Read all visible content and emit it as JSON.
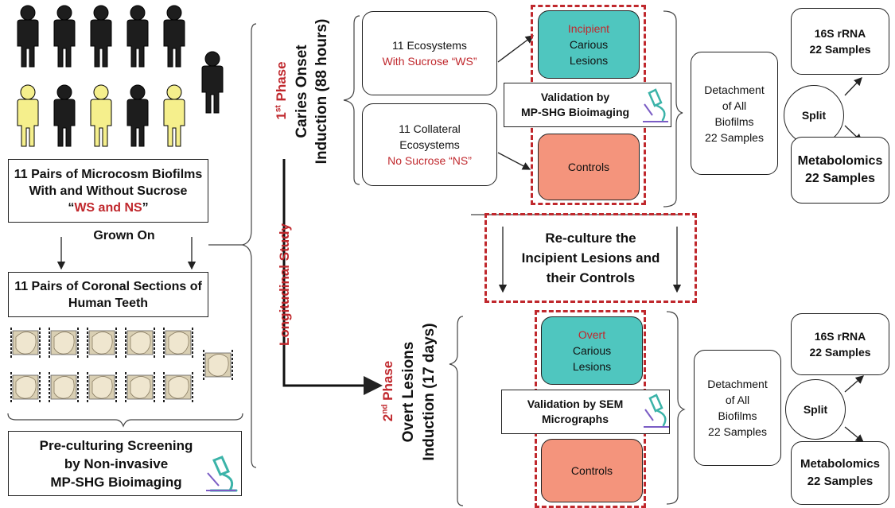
{
  "colors": {
    "accent_red": "#c0282d",
    "teal": "#4fc6bf",
    "salmon": "#f4947c",
    "yellow": "#f5ef8c"
  },
  "left": {
    "biofilms_title_line1": "11 Pairs of Microcosm Biofilms",
    "biofilms_title_line2": "With and Without Sucrose",
    "biofilms_ws_ns": "WS and NS",
    "grown_on": "Grown On",
    "teeth_line1": "11 Pairs of Coronal Sections of",
    "teeth_line2": "Human Teeth",
    "screening_line1": "Pre-culturing Screening",
    "screening_line2": "by Non-invasive",
    "screening_line3": "MP-SHG Bioimaging"
  },
  "center": {
    "longitudinal": "Longitudinal Study"
  },
  "phase1": {
    "phase_num": "1",
    "phase_sup": "st",
    "phase_word": " Phase",
    "title_line1": "Caries Onset",
    "title_line2": "Induction (88 hours)",
    "ws_line1": "11 Ecosystems",
    "ws_line2": "With Sucrose “WS”",
    "ns_line1": "11 Collateral",
    "ns_line2": "Ecosystems",
    "ns_line3": "No Sucrose “NS”",
    "lesion_type": "Incipient",
    "lesion_line2": "Carious",
    "lesion_line3": "Lesions",
    "validation_line1": "Validation by",
    "validation_line2": "MP-SHG Bioimaging",
    "controls": "Controls",
    "detach_line1": "Detachment",
    "detach_line2": "of All",
    "detach_line3": "Biofilms",
    "detach_line4": "22 Samples",
    "split": "Split",
    "rrna_line1": "16S rRNA",
    "rrna_line2": "22 Samples",
    "metab_line1": "Metabolomics",
    "metab_line2": "22 Samples"
  },
  "reculture": {
    "line1": "Re-culture the",
    "line2": "Incipient Lesions and",
    "line3": "their Controls"
  },
  "phase2": {
    "phase_num": "2",
    "phase_sup": "nd",
    "phase_word": " Phase",
    "title_line1": "Overt Lesions",
    "title_line2": "Induction (17 days)",
    "lesion_type": "Overt",
    "lesion_line2": "Carious",
    "lesion_line3": "Lesions",
    "validation_line1": "Validation by SEM",
    "validation_line2": "Micrographs",
    "controls": "Controls",
    "detach_line1": "Detachment",
    "detach_line2": "of All",
    "detach_line3": "Biofilms",
    "detach_line4": "22 Samples",
    "split": "Split",
    "rrna_line1": "16S rRNA",
    "rrna_line2": "22 Samples",
    "metab_line1": "Metabolomics",
    "metab_line2": "22 Samples"
  },
  "icons": [
    "person-icon",
    "tooth-icon",
    "microscope-icon"
  ]
}
